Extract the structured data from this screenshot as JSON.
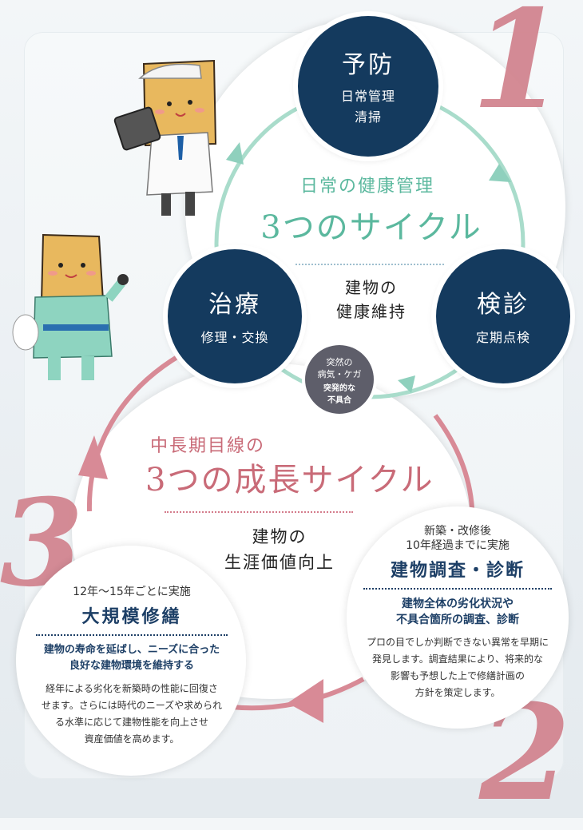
{
  "numbers": {
    "one": "1",
    "two": "2",
    "three": "3"
  },
  "cycle_health": {
    "title": "日常の健康管理",
    "subtitle": "3つのサイクル",
    "center": [
      "建物の",
      "健康維持"
    ],
    "prevention": {
      "title": "予防",
      "lines": [
        "日常管理",
        "清掃"
      ]
    },
    "checkup": {
      "title": "検診",
      "lines": [
        "定期点検"
      ]
    },
    "treatment": {
      "title": "治療",
      "lines": [
        "修理・交換"
      ]
    },
    "sudden": {
      "lines": [
        "突然の",
        "病気・ケガ"
      ],
      "sub": [
        "突発的な",
        "不具合"
      ]
    }
  },
  "cycle_growth": {
    "title": "中長期目線の",
    "subtitle": "3つの成長サイクル",
    "center": [
      "建物の",
      "生涯価値向上"
    ]
  },
  "survey": {
    "kicker": [
      "新築・改修後",
      "10年経過までに実施"
    ],
    "title": "建物調査・診断",
    "lead": [
      "建物全体の劣化状況や",
      "不具合箇所の調査、診断"
    ],
    "body": [
      "プロの目でしか判断できない異常を早期に",
      "発見します。調査結果により、将来的な",
      "影響も予想した上で修繕計画の",
      "方針を策定します。"
    ]
  },
  "renovation": {
    "kicker": "12年〜15年ごとに実施",
    "title": "大規模修繕",
    "lead": [
      "建物の寿命を延ばし、ニーズに合った",
      "良好な建物環境を維持する"
    ],
    "body": [
      "経年による劣化を新築時の性能に回復さ",
      "せます。さらには時代のニーズや求められ",
      "る水準に応じて建物性能を向上させ",
      "資産価値を高めます。"
    ]
  },
  "colors": {
    "navy": "#143a5e",
    "teal": "#8fd0bd",
    "pink": "#d88a96",
    "rose": "#c96b78"
  }
}
